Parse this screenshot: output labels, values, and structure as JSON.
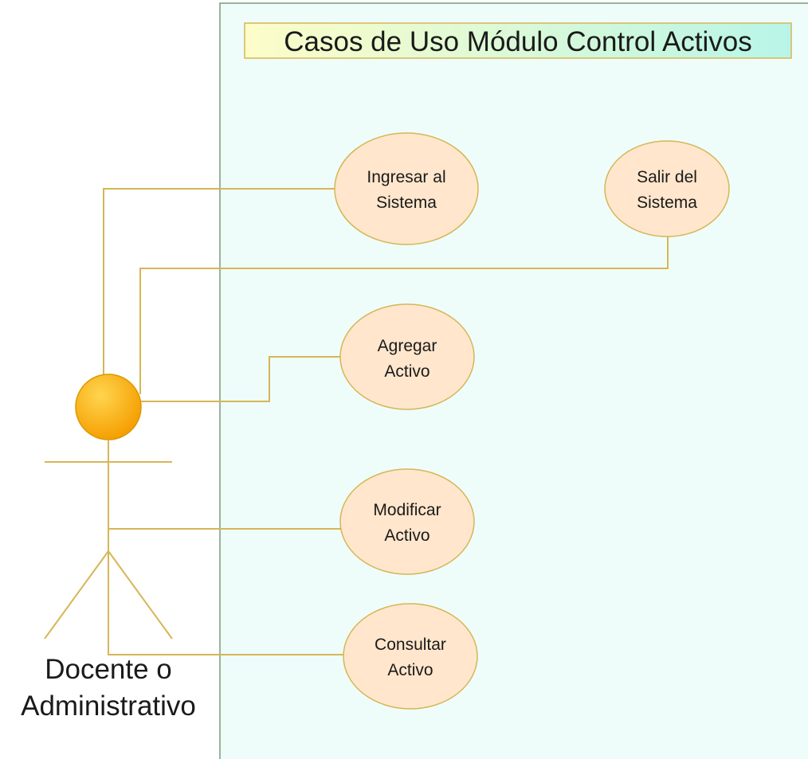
{
  "diagram": {
    "type": "use-case",
    "title": "Casos de Uso Módulo Control Activos",
    "actor": {
      "name_line1": "Docente o",
      "name_line2": "Administrativo"
    },
    "use_cases": [
      {
        "line1": "Ingresar al",
        "line2": "Sistema"
      },
      {
        "line1": "Salir del",
        "line2": "Sistema"
      },
      {
        "line1": "Agregar",
        "line2": "Activo"
      },
      {
        "line1": "Modificar",
        "line2": "Activo"
      },
      {
        "line1": "Consultar",
        "line2": "Activo"
      }
    ],
    "colors": {
      "system_fill": "#eefdfa",
      "system_border": "#7a9c7a",
      "title_fill_start": "#fdfdc8",
      "title_fill_end": "#b8f5e8",
      "title_border": "#d6b656",
      "usecase_fill": "#ffe6cc",
      "usecase_border": "#d6b656",
      "line_color": "#d6b656",
      "actor_head_light": "#ffd54f",
      "actor_head_dark": "#f59e00"
    }
  }
}
